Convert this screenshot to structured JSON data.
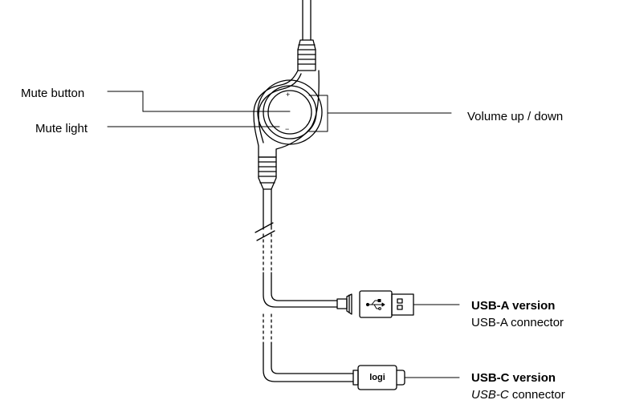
{
  "labels": {
    "mute_button": "Mute button",
    "mute_light": "Mute light",
    "volume": "Volume up / down",
    "usb_a_title": "USB-A version",
    "usb_a_sub": "USB-A connector",
    "usb_c_title": "USB-C version",
    "usb_c_sub_prefix": "USB-C",
    "usb_c_sub_suffix": " connector",
    "logo": "logi",
    "plus": "+",
    "minus": "−"
  }
}
